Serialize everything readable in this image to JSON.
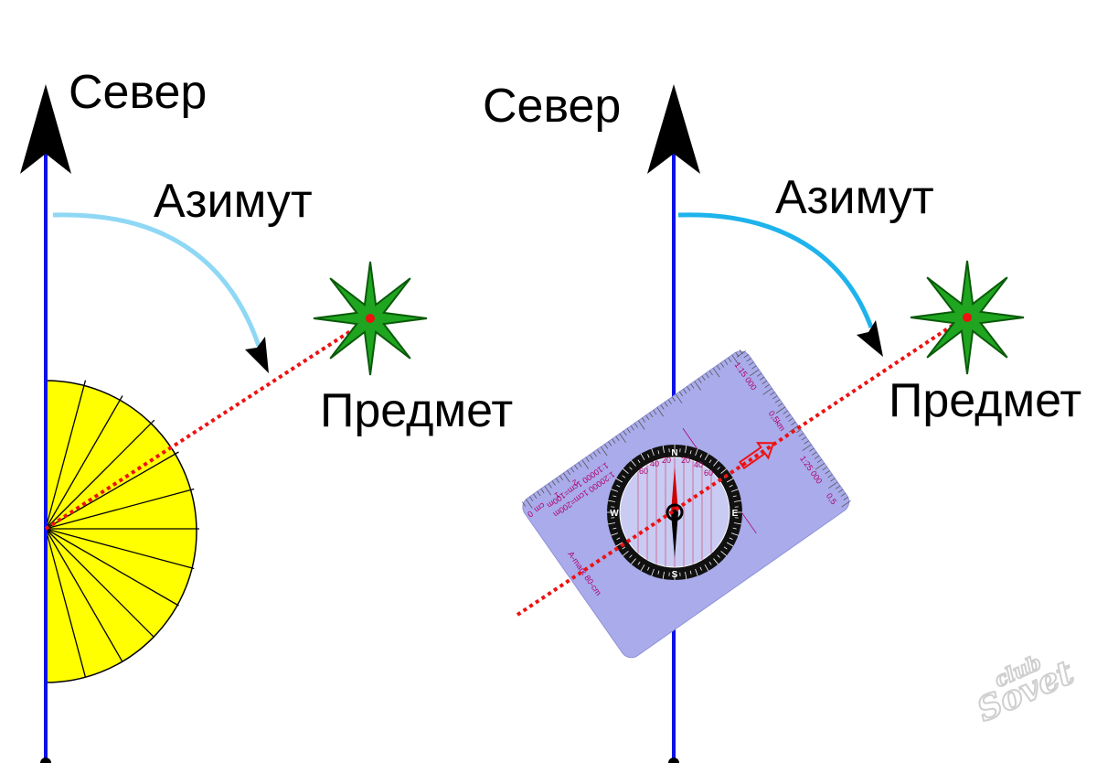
{
  "left_panel": {
    "north_label": "Север",
    "azimuth_label": "Азимут",
    "object_label": "Предмет"
  },
  "right_panel": {
    "north_label": "Север",
    "azimuth_label": "Азимут",
    "object_label": "Предмет"
  },
  "compass": {
    "cardinal": {
      "n": "N",
      "e": "E",
      "s": "S",
      "w": "W"
    },
    "dial_numbers": [
      "60",
      "40",
      "20",
      "20",
      "40",
      "60"
    ],
    "scale_top": [
      "0",
      "cm",
      "1",
      "2"
    ],
    "scale_text_1": "1:10000 1cm=100m",
    "scale_text_2": "1:20000 1cm=200m",
    "scale_right_1": "1:15 000",
    "scale_right_2": "0,5km",
    "scale_right_3": "1:25 000",
    "scale_right_4": "0,5",
    "side_text": "A-mark 80-cm"
  },
  "watermark": {
    "line1": "club",
    "line2": "Sovet"
  },
  "colors": {
    "north_axis": "#0a12e6",
    "azimuth_arc_left": "#8fd8f5",
    "azimuth_arc_right": "#1eb3ec",
    "sight_line": "#ee1111",
    "protractor": "#ffff00",
    "star": "#1fa51f",
    "compass_plate": "#a9abeb"
  }
}
